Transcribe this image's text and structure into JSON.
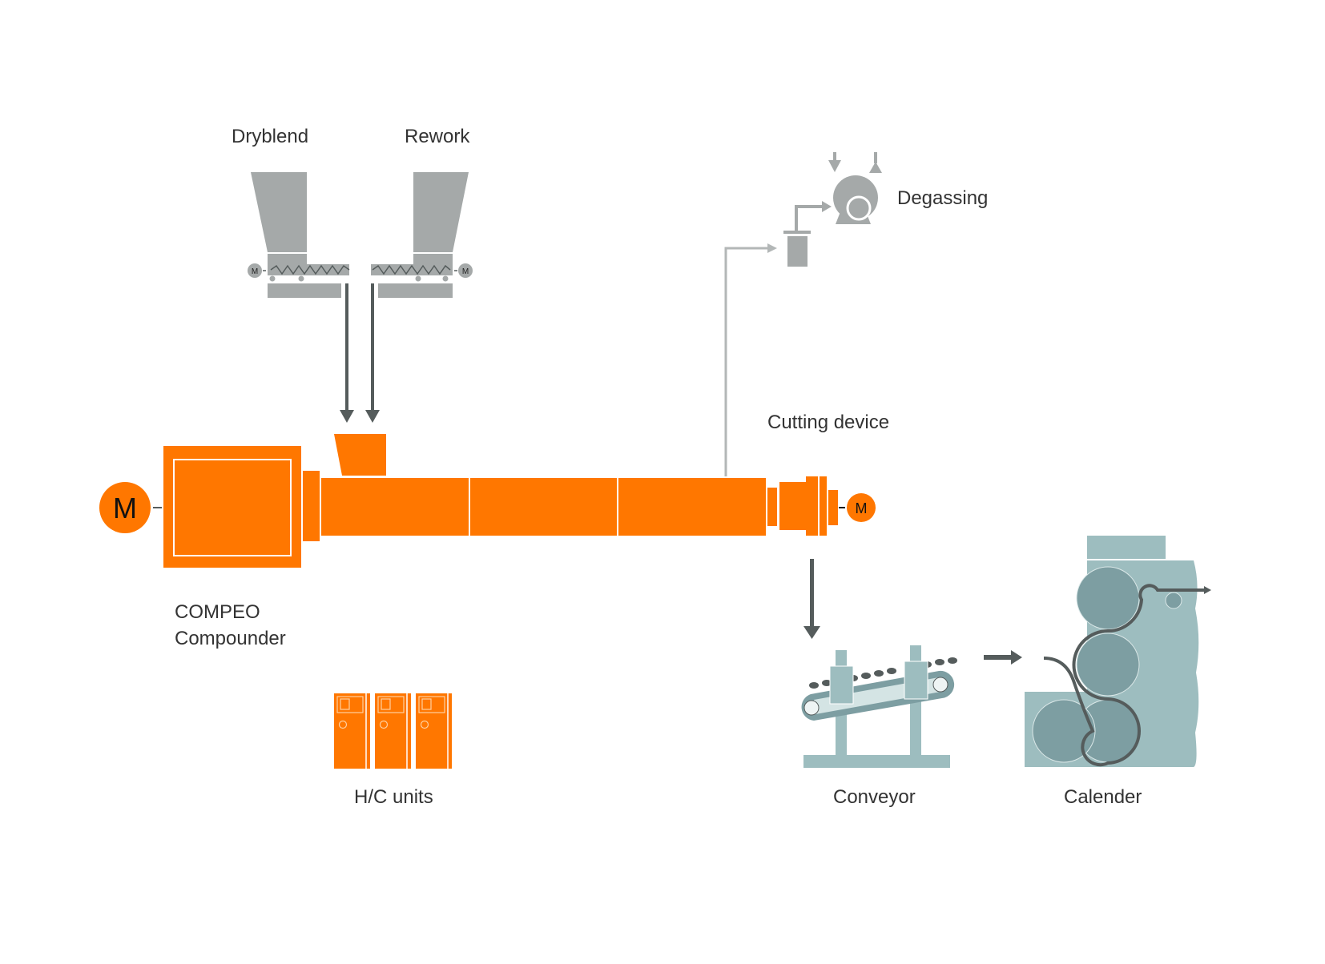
{
  "labels": {
    "dryblend": "Dryblend",
    "rework": "Rework",
    "degassing": "Degassing",
    "cutting_device": "Cutting device",
    "compounder_line1": "COMPEO",
    "compounder_line2": "Compounder",
    "hc_units": "H/C units",
    "conveyor": "Conveyor",
    "calender": "Calender"
  },
  "motor": {
    "main_label": "M",
    "cutter_label": "M",
    "feeder_label": "M"
  },
  "colors": {
    "orange": "#ff7700",
    "grey": "#a5a9a9",
    "dark_grey": "#555c5c",
    "teal": "#9dbdbf",
    "teal_dark": "#7d9ea2"
  }
}
